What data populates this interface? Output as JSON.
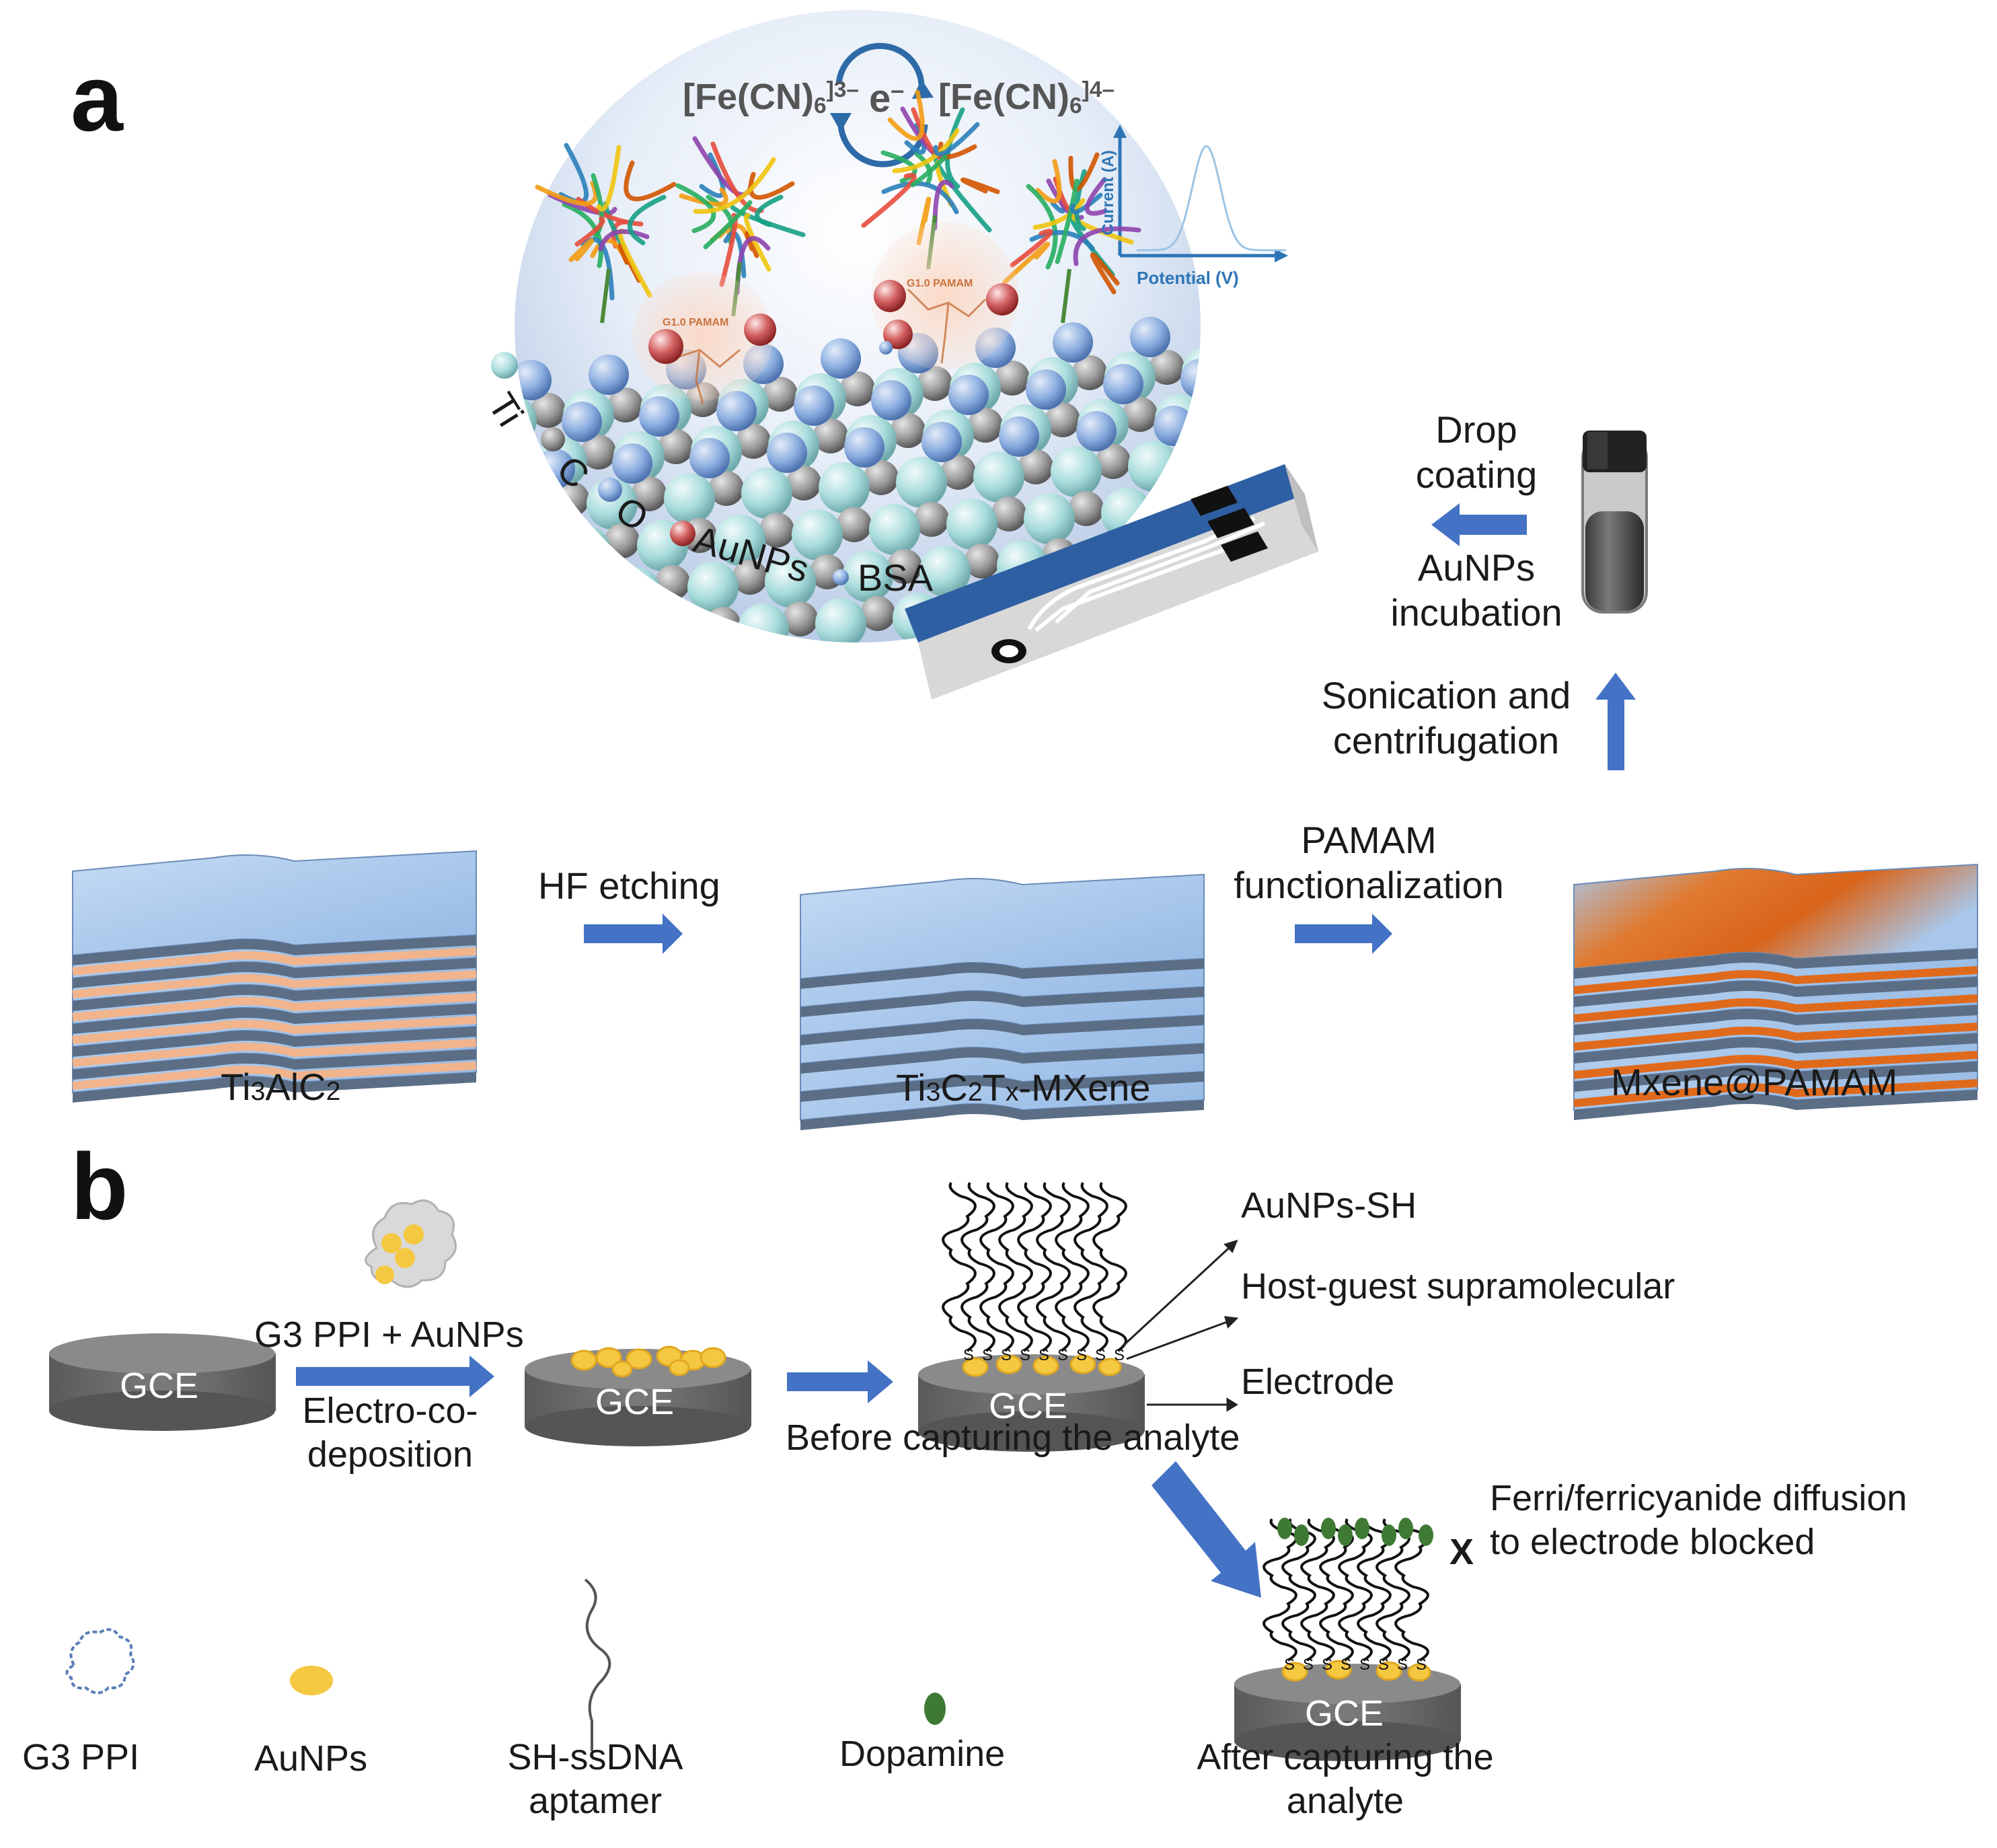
{
  "panel_a": {
    "label": "a",
    "redox": {
      "left_base": "[Fe(CN)",
      "left_sub": "6",
      "left_sup": "]3–",
      "electron": "e",
      "electron_sup": "–",
      "right_base": "[Fe(CN)",
      "right_sub": "6",
      "right_sup": "]4–"
    },
    "inset_chart": {
      "ylabel": "Current (A)",
      "xlabel": "Potential (V)"
    },
    "pamam_label": "G1.0 PAMAM",
    "legend": {
      "ti": "Ti",
      "c": "C",
      "o": "O",
      "aunps": "AuNPs",
      "bsa": "BSA"
    },
    "step_drop": {
      "line1": "Drop",
      "line2": "coating"
    },
    "step_incubation": {
      "line1": "AuNPs",
      "line2": "incubation"
    },
    "step_sonication": {
      "line1": "Sonication and",
      "line2": "centrifugation"
    },
    "step_hf": "HF etching",
    "step_pamam": {
      "line1": "PAMAM",
      "line2": "functionalization"
    },
    "mat1": {
      "a": "Ti",
      "s1": "3",
      "b": "AlC",
      "s2": "2"
    },
    "mat2": {
      "a": "Ti",
      "s1": "3",
      "b": "C",
      "s2": "2",
      "c": "T",
      "s3": "x",
      "d": "-MXene"
    },
    "mat3": "Mxene@PAMAM"
  },
  "panel_b": {
    "label": "b",
    "gce": "GCE",
    "step1": {
      "top": "G3 PPI + AuNPs",
      "bottom1": "Electro-co-",
      "bottom2": "deposition"
    },
    "sulfur": "S",
    "labels": {
      "aunps_sh": "AuNPs-SH",
      "host_guest": "Host-guest supramolecular",
      "electrode": "Electrode"
    },
    "before": "Before capturing the analyte",
    "after": {
      "line1": "After capturing the",
      "line2": "analyte"
    },
    "blocked": {
      "mark": "X",
      "line1": "Ferri/ferricyanide diffusion",
      "line2": "to electrode blocked"
    },
    "legend": {
      "ppi": "G3 PPI",
      "aunps": "AuNPs",
      "aptamer1": "SH-ssDNA",
      "aptamer2": "aptamer",
      "dopamine": "Dopamine"
    }
  },
  "colors": {
    "arrow_blue": "#4472c4",
    "gce_gray": "#666666",
    "gold": "#f5c842",
    "dopamine_green": "#3f7a35",
    "mxene_blue": "#a9c7ea",
    "aluminum_orange": "#f2b48c",
    "pamam_orange": "#e06a1c"
  }
}
